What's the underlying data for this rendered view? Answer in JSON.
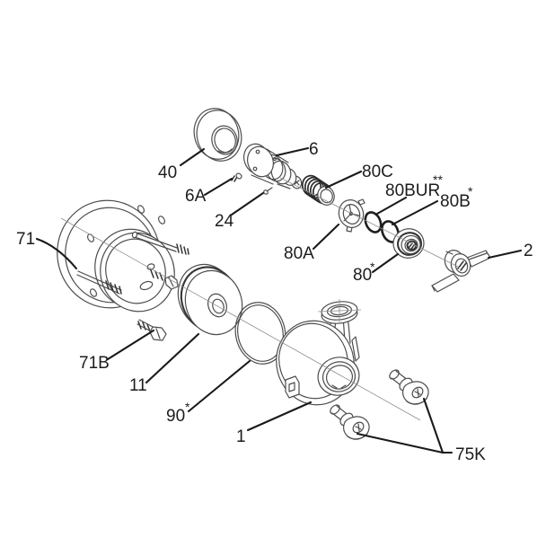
{
  "diagram": {
    "type": "exploded-parts-diagram",
    "background": "#ffffff",
    "colors": {
      "part_line": "#4d4d4d",
      "dark_detail": "#2b2b2b",
      "leader_line": "#1a1a1a",
      "centerline": "#909090",
      "label_text": "#1c1c1c"
    },
    "labels": {
      "k40": {
        "text": "40"
      },
      "k6": {
        "text": "6"
      },
      "k6a": {
        "text": "6A"
      },
      "k24": {
        "text": "24"
      },
      "k80c": {
        "text": "80C"
      },
      "k80bur": {
        "text": "80BUR",
        "sup": "**"
      },
      "k80b": {
        "text": "80B",
        "sup": "*"
      },
      "k80a": {
        "text": "80A"
      },
      "k80": {
        "text": "80",
        "sup": "*"
      },
      "k2": {
        "text": "2"
      },
      "k71": {
        "text": "71"
      },
      "k71b": {
        "text": "71B"
      },
      "k11": {
        "text": "11"
      },
      "k90": {
        "text": "90",
        "sup": "*"
      },
      "k1": {
        "text": "1"
      },
      "k75k": {
        "text": "75K"
      }
    }
  }
}
